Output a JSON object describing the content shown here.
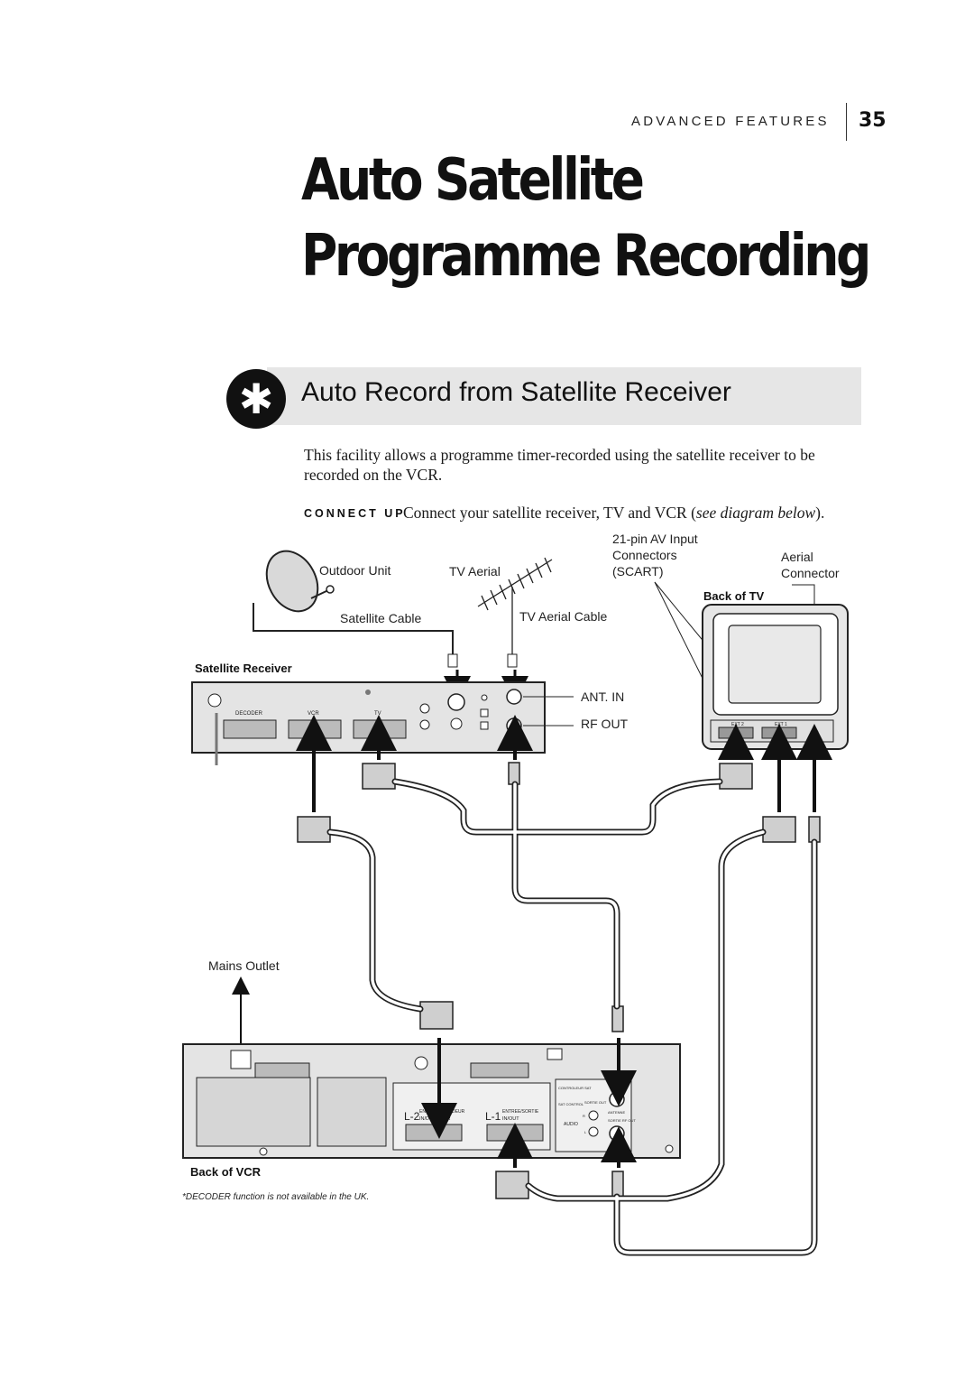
{
  "header": {
    "section": "ADVANCED FEATURES",
    "page_number": "35"
  },
  "title": {
    "line1": "Auto Satellite",
    "line2": "Programme Recording"
  },
  "section": {
    "icon": "asterisk-icon",
    "heading": "Auto Record from Satellite Receiver"
  },
  "body": {
    "paragraph": "This facility allows a programme timer-recorded using the satellite receiver to be recorded on the VCR.",
    "connect_label": "CONNECT UP",
    "connect_text_1": "Connect your satellite receiver, TV and VCR (",
    "connect_text_italic": "see diagram below",
    "connect_text_2": ")."
  },
  "diagram": {
    "outdoor_unit": "Outdoor Unit",
    "tv_aerial": "TV Aerial",
    "av_input_1": "21-pin AV Input",
    "av_input_2": "Connectors",
    "av_input_3": "(SCART)",
    "aerial_connector_1": "Aerial",
    "aerial_connector_2": "Connector",
    "back_of_tv": "Back of TV",
    "satellite_cable": "Satellite Cable",
    "tv_aerial_cable": "TV Aerial Cable",
    "satellite_receiver": "Satellite Receiver",
    "ant_in": "ANT. IN",
    "rf_out": "RF OUT",
    "rx_decoder": "DECODER",
    "rx_vcr": "VCR",
    "rx_tv": "TV",
    "tv_ext2": "EXT 2",
    "tv_ext1": "EXT 1",
    "mains_outlet": "Mains Outlet",
    "back_of_vcr": "Back of VCR",
    "vcr_l2": "L-2",
    "vcr_l2_label_a": "ENTREE DECODEUR",
    "vcr_l2_label_b": "IN/DECODER",
    "vcr_l1": "L-1",
    "vcr_l1_label_a": "ENTREE/SORTIE",
    "vcr_l1_label_b": "IN/OUT",
    "vcr_controleur": "CONTROLEUR SAT",
    "vcr_sat_control": "SAT CONTROL",
    "vcr_sortie_out": "SORTIE OUT",
    "vcr_antenne": "ANTENNE",
    "vcr_sortie_rf": "SORTIE RF OUT",
    "vcr_audio": "AUDIO",
    "vcr_entree": "ENTREE IN",
    "vcr_r": "R",
    "vcr_l": "L",
    "footnote": "*DECODER function is not available in the UK."
  }
}
